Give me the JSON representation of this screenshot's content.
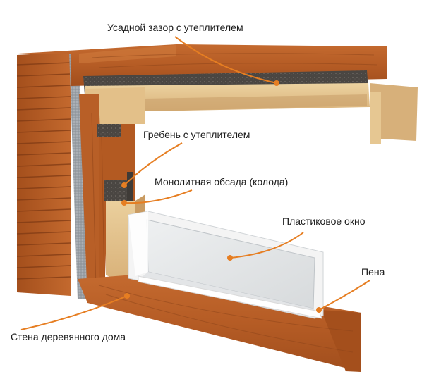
{
  "diagram": {
    "labels": {
      "shrink_gap": "Усадной зазор с утеплителем",
      "tenon": "Гребень с утеплителем",
      "casing": "Монолитная обсада (колода)",
      "window": "Пластиковое окно",
      "foam": "Пена",
      "wall": "Стена деревянного дома"
    },
    "colors": {
      "wall_wood": "#c0672f",
      "wall_wood_dark": "#8a4017",
      "casing_wood": "#e3c089",
      "insulation": "#4a4642",
      "siding_gap": "#9aa0a6",
      "window_glass": "#e6e8ea",
      "window_frame": "#f4f4f4",
      "callout_line": "#e67e22"
    }
  }
}
